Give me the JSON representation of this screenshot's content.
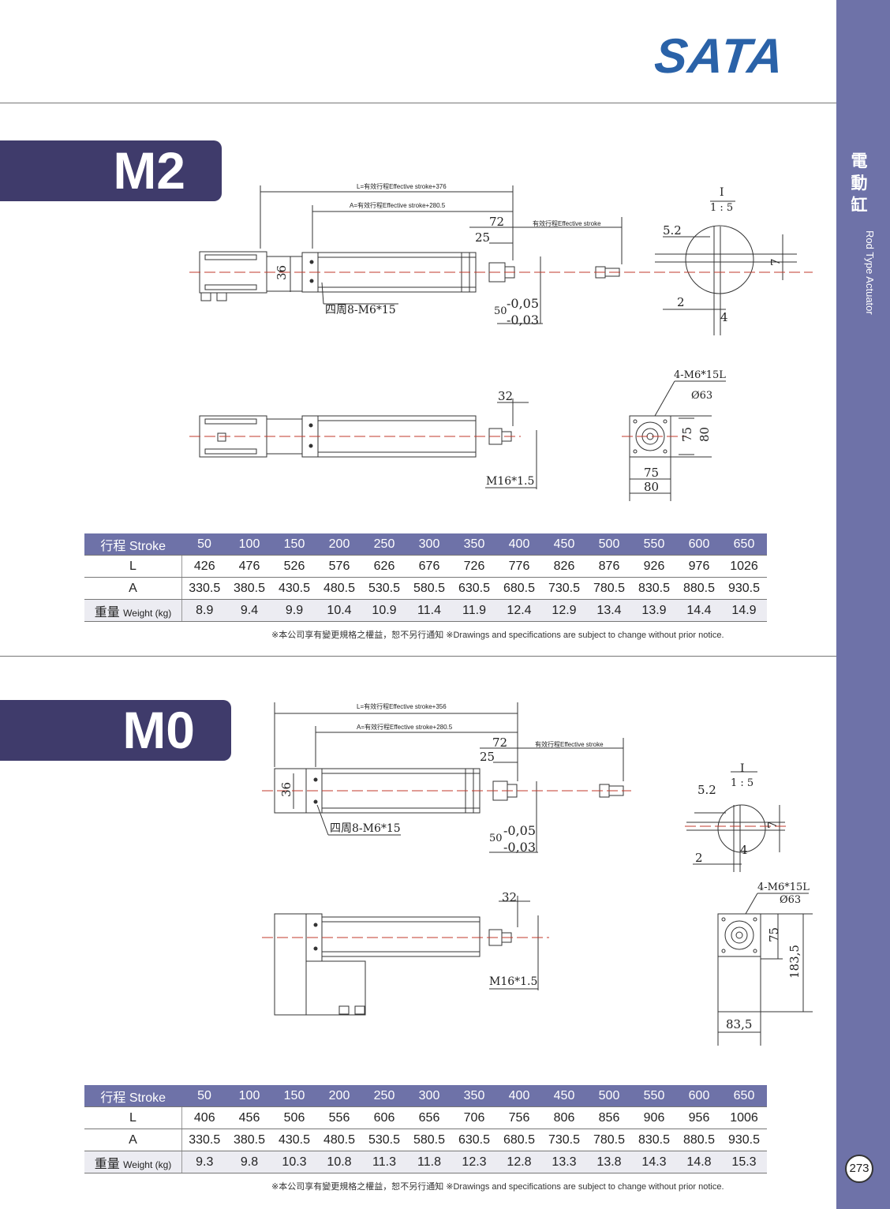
{
  "brand": {
    "logo_text": "SATA"
  },
  "sidebar": {
    "title_cn": "電動缸",
    "title_en": "Rod Type Actuator",
    "page_number": "273"
  },
  "sections": [
    {
      "model": "M2",
      "dims": {
        "L_label": "L=有效行程Effective stroke+376",
        "A_label": "A=有效行程Effective stroke+280.5",
        "d72": "72",
        "d25": "25",
        "stroke_label": "有效行程Effective stroke",
        "d36": "36",
        "holes": "四周8-M6*15",
        "tol_base": "50",
        "tol_up": "-0,05",
        "tol_low": "-0,03",
        "detail_I": "I",
        "scale": "1 : 5",
        "d5_2": "5.2",
        "d7": "7",
        "d2": "2",
        "d4": "4",
        "d32": "32",
        "thread": "M16*1.5",
        "flange_holes": "4-M6*15L",
        "dia63": "Ø63",
        "d75": "75",
        "d80": "80",
        "d75b": "75",
        "d80b": "80"
      },
      "table": {
        "header_stroke": "行程 Stroke",
        "header_L": "L",
        "header_A": "A",
        "header_weight_cn": "重量",
        "header_weight_en": "Weight (kg)",
        "strokes": [
          "50",
          "100",
          "150",
          "200",
          "250",
          "300",
          "350",
          "400",
          "450",
          "500",
          "550",
          "600",
          "650"
        ],
        "L": [
          "426",
          "476",
          "526",
          "576",
          "626",
          "676",
          "726",
          "776",
          "826",
          "876",
          "926",
          "976",
          "1026"
        ],
        "A": [
          "330.5",
          "380.5",
          "430.5",
          "480.5",
          "530.5",
          "580.5",
          "630.5",
          "680.5",
          "730.5",
          "780.5",
          "830.5",
          "880.5",
          "930.5"
        ],
        "weight": [
          "8.9",
          "9.4",
          "9.9",
          "10.4",
          "10.9",
          "11.4",
          "11.9",
          "12.4",
          "12.9",
          "13.4",
          "13.9",
          "14.4",
          "14.9"
        ]
      },
      "note": "※本公司享有變更規格之權益，恕不另行通知 ※Drawings and specifications are subject to change without prior notice."
    },
    {
      "model": "M0",
      "dims": {
        "L_label": "L=有效行程Effective stroke+356",
        "A_label": "A=有效行程Effective stroke+280.5",
        "d72": "72",
        "d25": "25",
        "stroke_label": "有效行程Effective stroke",
        "d36": "36",
        "holes": "四周8-M6*15",
        "tol_base": "50",
        "tol_up": "-0,05",
        "tol_low": "-0,03",
        "detail_I": "I",
        "scale": "1 : 5",
        "d5_2": "5.2",
        "d7": "7",
        "d2": "2",
        "d4": "4",
        "d32": "32",
        "thread": "M16*1.5",
        "flange_holes": "4-M6*15L",
        "dia63": "Ø63",
        "d75": "75",
        "d183": "183,5",
        "d83": "83,5"
      },
      "table": {
        "header_stroke": "行程 Stroke",
        "header_L": "L",
        "header_A": "A",
        "header_weight_cn": "重量",
        "header_weight_en": "Weight (kg)",
        "strokes": [
          "50",
          "100",
          "150",
          "200",
          "250",
          "300",
          "350",
          "400",
          "450",
          "500",
          "550",
          "600",
          "650"
        ],
        "L": [
          "406",
          "456",
          "506",
          "556",
          "606",
          "656",
          "706",
          "756",
          "806",
          "856",
          "906",
          "956",
          "1006"
        ],
        "A": [
          "330.5",
          "380.5",
          "430.5",
          "480.5",
          "530.5",
          "580.5",
          "630.5",
          "680.5",
          "730.5",
          "780.5",
          "830.5",
          "880.5",
          "930.5"
        ],
        "weight": [
          "9.3",
          "9.8",
          "10.3",
          "10.8",
          "11.3",
          "11.8",
          "12.3",
          "12.8",
          "13.3",
          "13.8",
          "14.3",
          "14.8",
          "15.3"
        ]
      },
      "note": "※本公司享有變更規格之權益，恕不另行通知 ※Drawings and specifications are subject to change without prior notice."
    }
  ]
}
